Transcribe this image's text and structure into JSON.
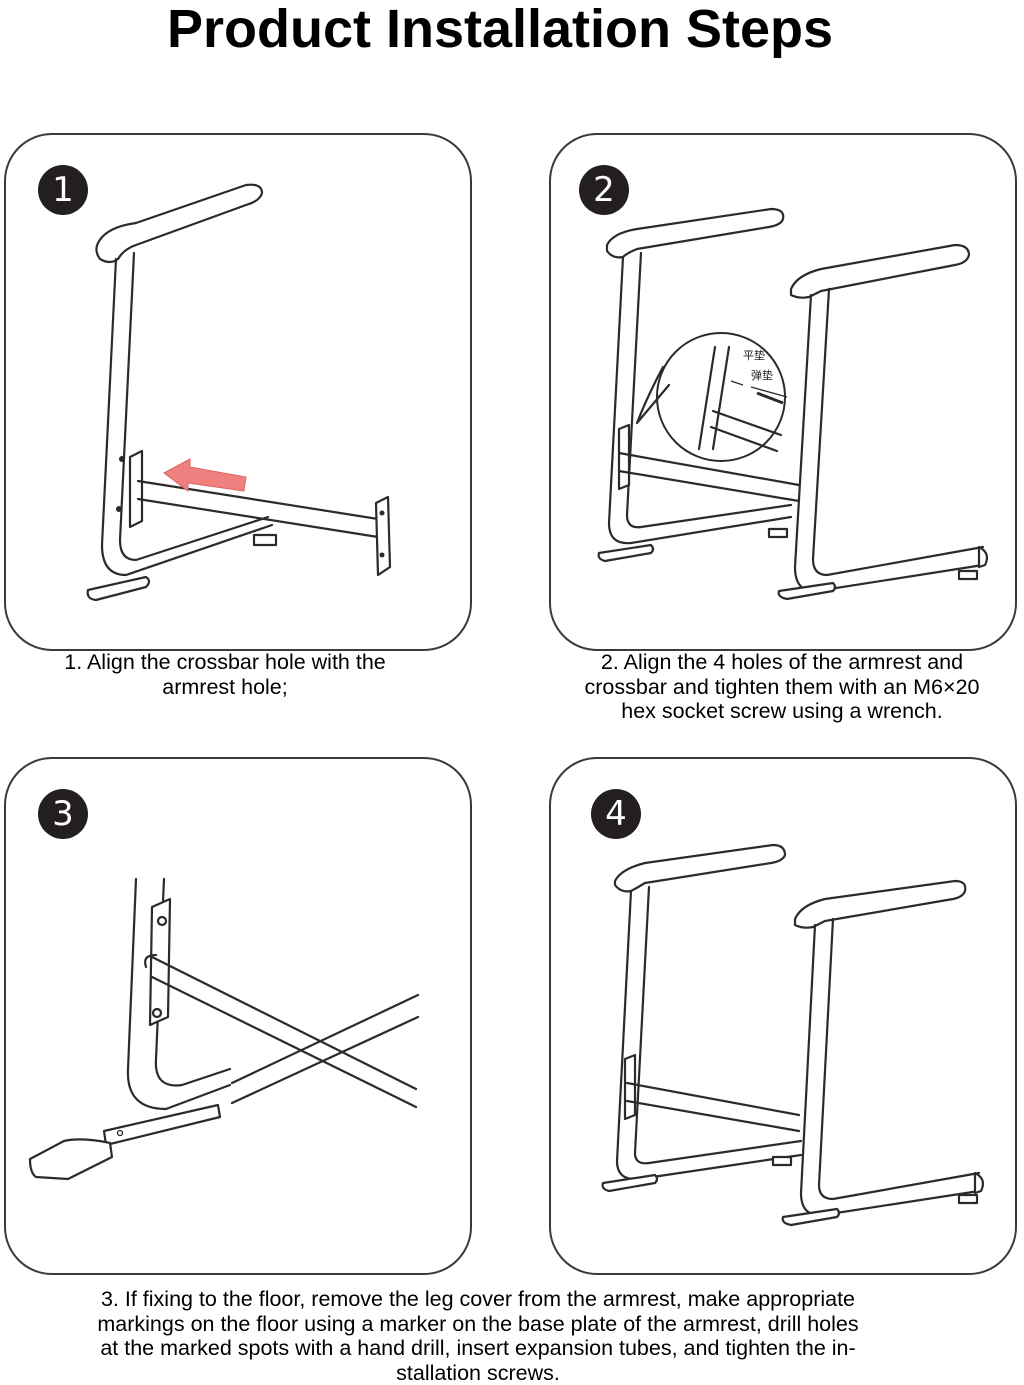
{
  "title": "Product Installation Steps",
  "steps": [
    {
      "number": "1",
      "caption_lines": [
        "1. Align the crossbar hole with the",
        "armrest hole;"
      ]
    },
    {
      "number": "2",
      "caption_lines": [
        "2. Align the 4 holes of the armrest and",
        "crossbar and tighten them with an M6×20",
        "hex socket screw using a wrench."
      ],
      "callout_labels": [
        "平垫",
        "弹垫"
      ]
    },
    {
      "number": "3"
    },
    {
      "number": "4"
    }
  ],
  "bottom_caption_lines": [
    "3. If fixing to the floor, remove the leg cover from the armrest, make appropriate",
    "markings on the floor using a marker on the base plate of the armrest, drill holes",
    "at the marked spots with a hand drill, insert expansion tubes, and tighten the in-",
    "stallation screws."
  ],
  "colors": {
    "arrow": "#f08080",
    "badge": "#231f20",
    "line": "#2b2b2b"
  }
}
